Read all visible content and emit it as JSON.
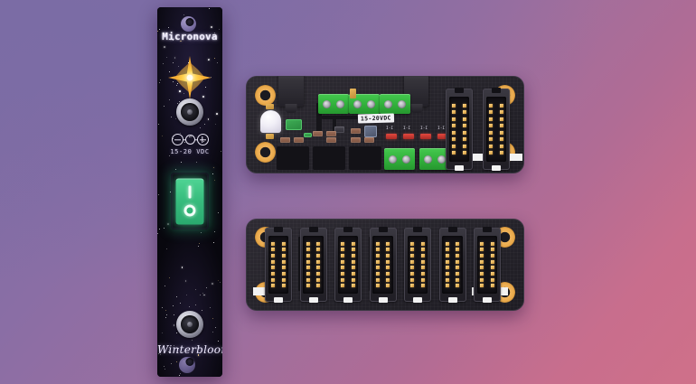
{
  "scene": {
    "title": "Micronova eurorack power supply module",
    "background": {
      "type": "diagonal-gradient",
      "from": "#7a6ba4",
      "mid": "#9a6fa0",
      "to": "#cf7089"
    }
  },
  "faceplate": {
    "name": "micronova-faceplate",
    "brand": "Micronova",
    "logo_icon": "starburst-icon",
    "power_jack_top": "dc-barrel-jack",
    "power_jack_bottom": "dc-barrel-jack",
    "polarity_symbols": [
      "minus",
      "center-pin",
      "plus"
    ],
    "voltage_label": "15-20 VDC",
    "switch": {
      "name": "power-rocker-switch",
      "color": "#38bd7e",
      "on_mark": "I",
      "off_mark": "O",
      "state": "on"
    },
    "signature": "Winterbloom",
    "panel_color": "#08070e"
  },
  "pcb_top": {
    "name": "power-input-board",
    "silkscreen_label": "15-20VDC",
    "mounting_holes": 4,
    "pad_color": "#e8a84a",
    "terminals_top": 3,
    "terminals_bottom": 2,
    "idc_headers": 2,
    "indicator_leds": 4,
    "led_color": "#e2483f",
    "barrel_jacks": 2,
    "led_ticks": [
      "I-I",
      "I-I",
      "I-I",
      "I-I"
    ]
  },
  "pcb_bottom": {
    "name": "power-distribution-board",
    "mounting_holes": 4,
    "pad_color": "#e8a84a",
    "idc_headers": 7,
    "pins_per_header": 16,
    "pin_color": "#e8b65c"
  }
}
